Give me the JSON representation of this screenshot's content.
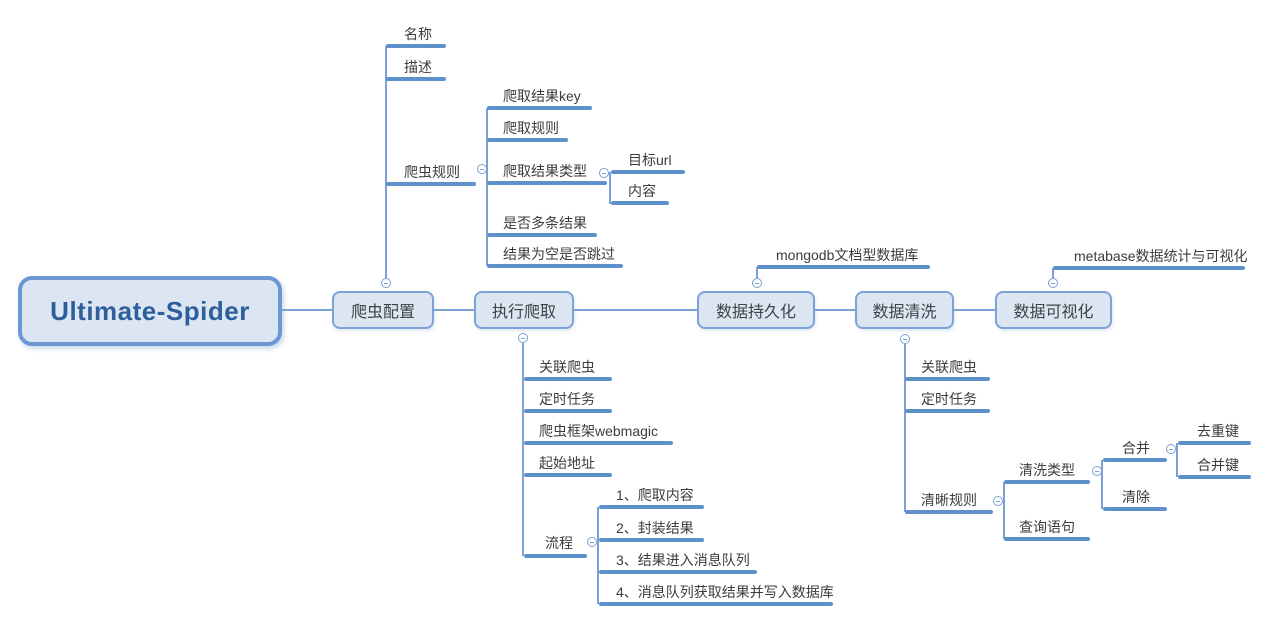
{
  "colors": {
    "underline": "#5e90cc",
    "connector": "#7aa0d4",
    "node_fill": "#dce6f3",
    "node_border": "#7ca3d8",
    "root_border": "#6b97d3",
    "root_text": "#2e5f9c",
    "label_text": "#3c3c3c"
  },
  "icons": {
    "collapse": "minus-circle-icon"
  },
  "mindmap": {
    "root": {
      "label": "Ultimate-Spider"
    },
    "topics": [
      {
        "label": "爬虫配置",
        "children": [
          {
            "label": "名称"
          },
          {
            "label": "描述"
          },
          {
            "label": "爬虫规则",
            "children": [
              {
                "label": "爬取结果key"
              },
              {
                "label": "爬取规则"
              },
              {
                "label": "爬取结果类型",
                "children": [
                  {
                    "label": "目标url"
                  },
                  {
                    "label": "内容"
                  }
                ]
              },
              {
                "label": "是否多条结果"
              },
              {
                "label": "结果为空是否跳过"
              }
            ]
          }
        ]
      },
      {
        "label": "执行爬取",
        "children": [
          {
            "label": "关联爬虫"
          },
          {
            "label": "定时任务"
          },
          {
            "label": "爬虫框架webmagic"
          },
          {
            "label": "起始地址"
          },
          {
            "label": "流程",
            "children": [
              {
                "label": "1、爬取内容"
              },
              {
                "label": "2、封装结果"
              },
              {
                "label": "3、结果进入消息队列"
              },
              {
                "label": "4、消息队列获取结果并写入数据库"
              }
            ]
          }
        ]
      },
      {
        "label": "数据持久化",
        "children": [
          {
            "label": "mongodb文档型数据库"
          }
        ]
      },
      {
        "label": "数据清洗",
        "children": [
          {
            "label": "关联爬虫"
          },
          {
            "label": "定时任务"
          },
          {
            "label": "清晰规则",
            "children": [
              {
                "label": "清洗类型",
                "children": [
                  {
                    "label": "合并",
                    "children": [
                      {
                        "label": "去重键"
                      },
                      {
                        "label": "合并键"
                      }
                    ]
                  },
                  {
                    "label": "清除"
                  }
                ]
              },
              {
                "label": "查询语句"
              }
            ]
          }
        ]
      },
      {
        "label": "数据可视化",
        "children": [
          {
            "label": "metabase数据统计与可视化"
          }
        ]
      }
    ]
  }
}
